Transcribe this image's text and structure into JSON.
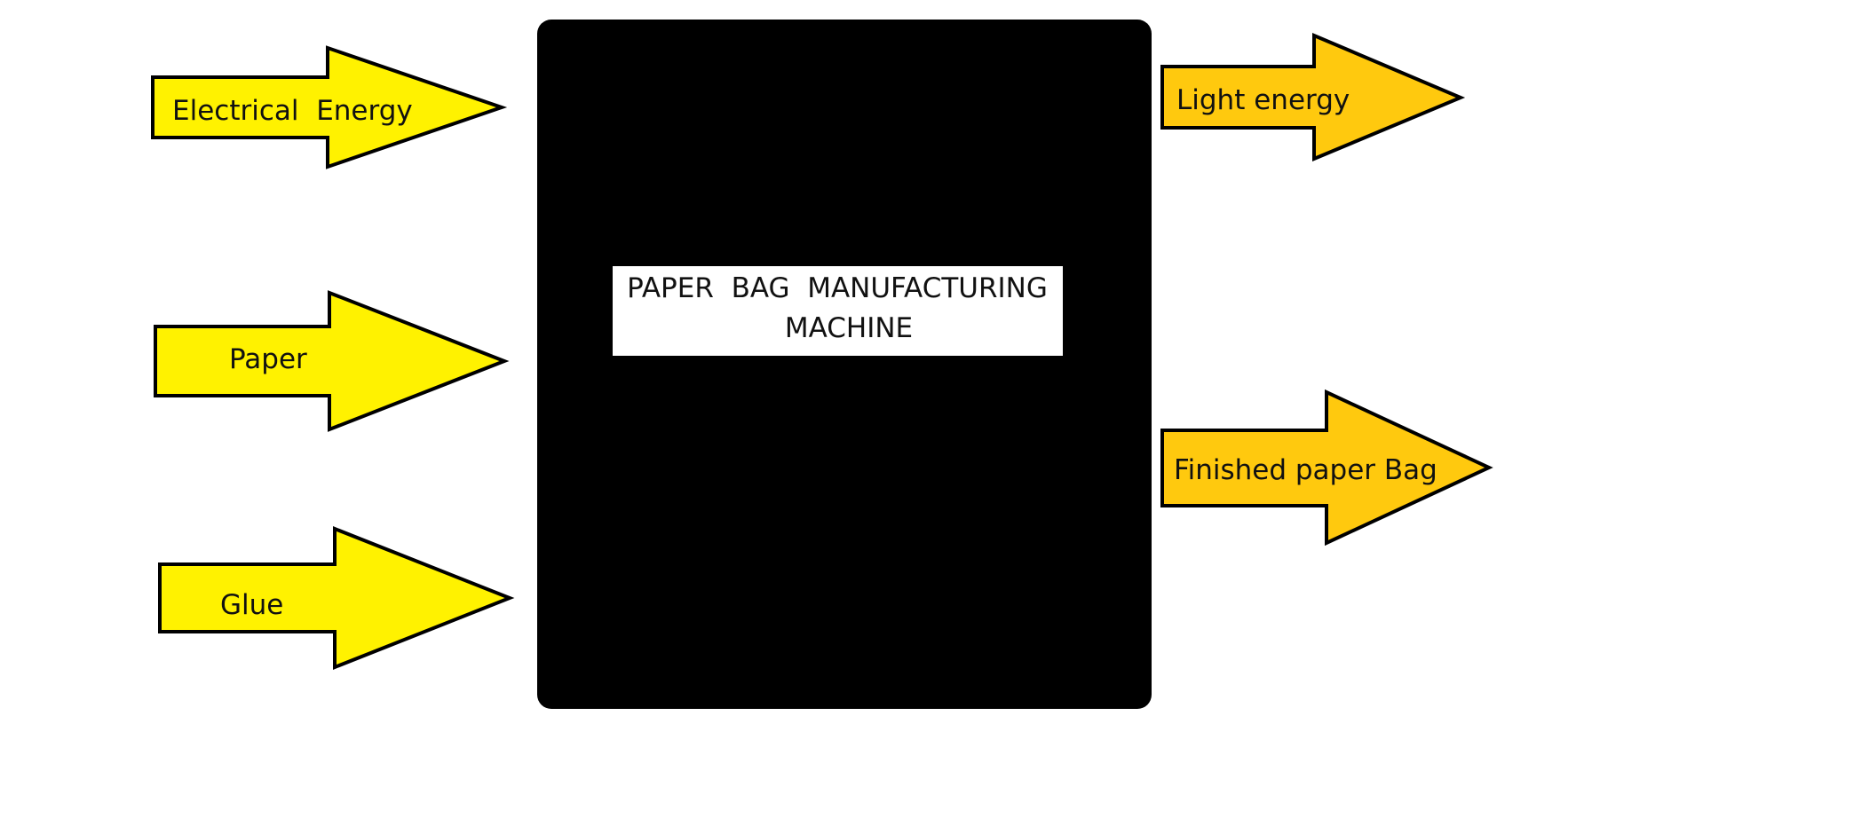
{
  "diagram": {
    "machine": {
      "label_line1": "PAPER  BAG  MANUFACTURING",
      "label_line2": "MACHINE"
    },
    "inputs": [
      {
        "label": "Electrical  Energy"
      },
      {
        "label": "Paper"
      },
      {
        "label": "Glue"
      }
    ],
    "outputs": [
      {
        "label": "Light energy"
      },
      {
        "label": "Finished paper Bag"
      }
    ]
  },
  "colors": {
    "input_arrow": "#FFF200",
    "output_arrow": "#FFC90E",
    "machine_fill": "#000000",
    "label_box": "#FFFFFF",
    "outline": "#000000"
  }
}
